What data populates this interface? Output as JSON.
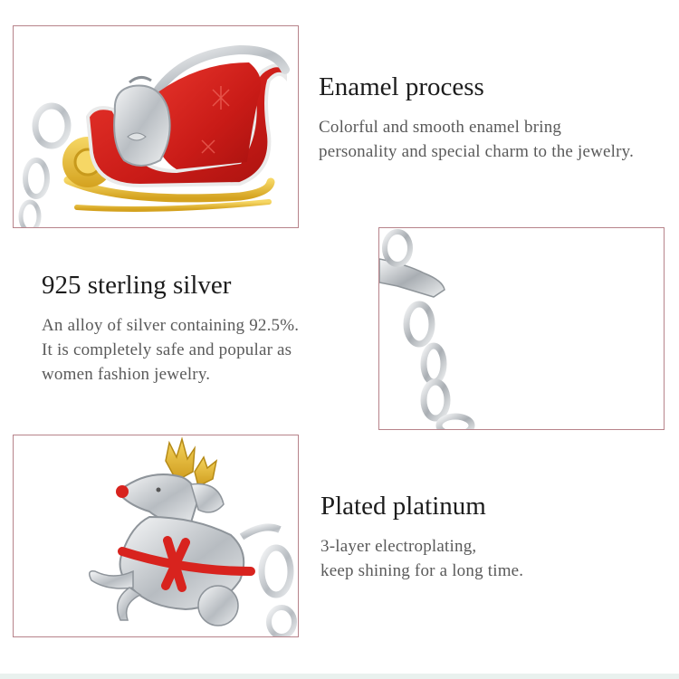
{
  "sections": [
    {
      "heading": "Enamel process",
      "lines": [
        "Colorful and smooth enamel bring",
        "personality and special charm to the jewelry."
      ]
    },
    {
      "heading": "925 sterling silver",
      "lines": [
        "An alloy of silver containing 92.5%.",
        "It is completely safe and popular as",
        "women fashion jewelry."
      ]
    },
    {
      "heading": "Plated platinum",
      "lines": [
        "3-layer electroplating,",
        "keep shining for a long time."
      ]
    }
  ],
  "colors": {
    "frame_border": "#b7838a",
    "enamel_red": "#d8231e",
    "gold": "#e6b72e",
    "silver": "#c9cdd1"
  },
  "images": [
    {
      "name": "sleigh-charm-image"
    },
    {
      "name": "chain-detail-image"
    },
    {
      "name": "reindeer-charm-image"
    }
  ]
}
